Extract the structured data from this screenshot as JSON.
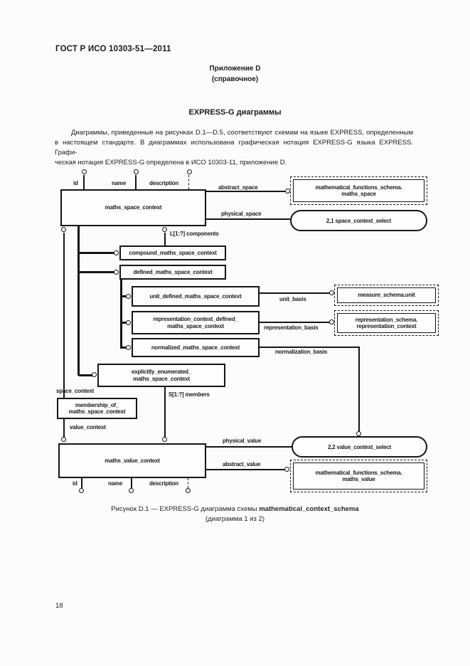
{
  "page": {
    "standard_code": "ГОСТ Р ИСО 10303-51—2011",
    "annex_title": "Приложение D",
    "annex_subtitle": "(справочное)",
    "section_title": "EXPRESS-G диаграммы",
    "paragraph_lines": [
      "Диаграммы, приведенные на рисунках D.1—D.5, соответствуют схемам на языке EXPRESS, определенным",
      "в настоящем стандарте. В диаграммах использована графическая нотация EXPRESS-G языка EXPRESS. Графи-",
      "ческая нотация EXPRESS-G определена в ИСО 10303-11, приложение D."
    ],
    "caption_prefix": "Рисунок D.1 — EXPRESS-G диаграмма схемы ",
    "caption_schema": "mathematical_context_schema",
    "caption_line2": "(диаграмма 1 из 2)",
    "page_number": "18"
  },
  "diagram": {
    "entities": {
      "msc": "maths_space_context",
      "compound": "compound_maths_space_context",
      "defined": "defined_maths_space_context",
      "unit": "unit_defined_maths_space_context",
      "repr": "representation_context_defined_\nmaths_space_context",
      "norm": "normalized_maths_space_context",
      "expl": "explicitly_enumerated_\nmaths_space_context",
      "memb": "membership_of_\nmaths_space_context",
      "mvc": "maths_value_context"
    },
    "refs": {
      "mfs_space": "mathematical_functions_schema.\nmaths_space",
      "measure": "measure_schema.unit",
      "repr_schema": "representation_schema.\nrepresentation_context",
      "mfs_value": "mathematical_functions_schema.\nmaths_value"
    },
    "ovals": {
      "space_select": "2,1 space_context_select",
      "value_select": "2,2 value_context_select"
    },
    "labels": {
      "id_top": "id",
      "name_top": "name",
      "desc_top": "description",
      "abstract_space": "abstract_space",
      "physical_space": "physical_space",
      "components": "L[1:?] components",
      "unit_basis": "unit_basis",
      "representation_basis": "representation_basis",
      "normalization_basis": "normalization_basis",
      "space_context": "space_context",
      "members": "S[1:?] members",
      "value_context": "value_context",
      "physical_value": "physical_value",
      "abstract_value": "abstract_value",
      "id_bottom": "id",
      "name_bottom": "name",
      "desc_bottom": "description"
    },
    "ink_color": "#151515"
  }
}
